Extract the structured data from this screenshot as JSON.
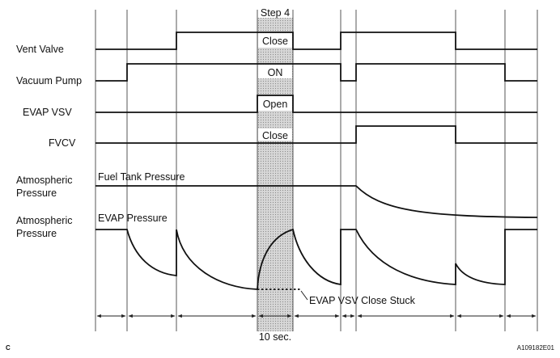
{
  "diagram": {
    "step_label": "Step 4",
    "time_label": "10 sec.",
    "stuck_label": "EVAP VSV Close Stuck",
    "corner_left": "C",
    "figure_code": "A109182E01",
    "rows": [
      {
        "label": "Vent Valve",
        "state": "Close"
      },
      {
        "label": "Vacuum Pump",
        "state": "ON"
      },
      {
        "label": "EVAP VSV",
        "state": "Open"
      },
      {
        "label": "FVCV",
        "state": "Close"
      }
    ],
    "pressure_rows": [
      {
        "label_line1": "Atmospheric",
        "label_line2": "Pressure",
        "trace": "Fuel Tank Pressure"
      },
      {
        "label_line1": "Atmospheric",
        "label_line2": "Pressure",
        "trace": "EVAP Pressure"
      }
    ]
  }
}
